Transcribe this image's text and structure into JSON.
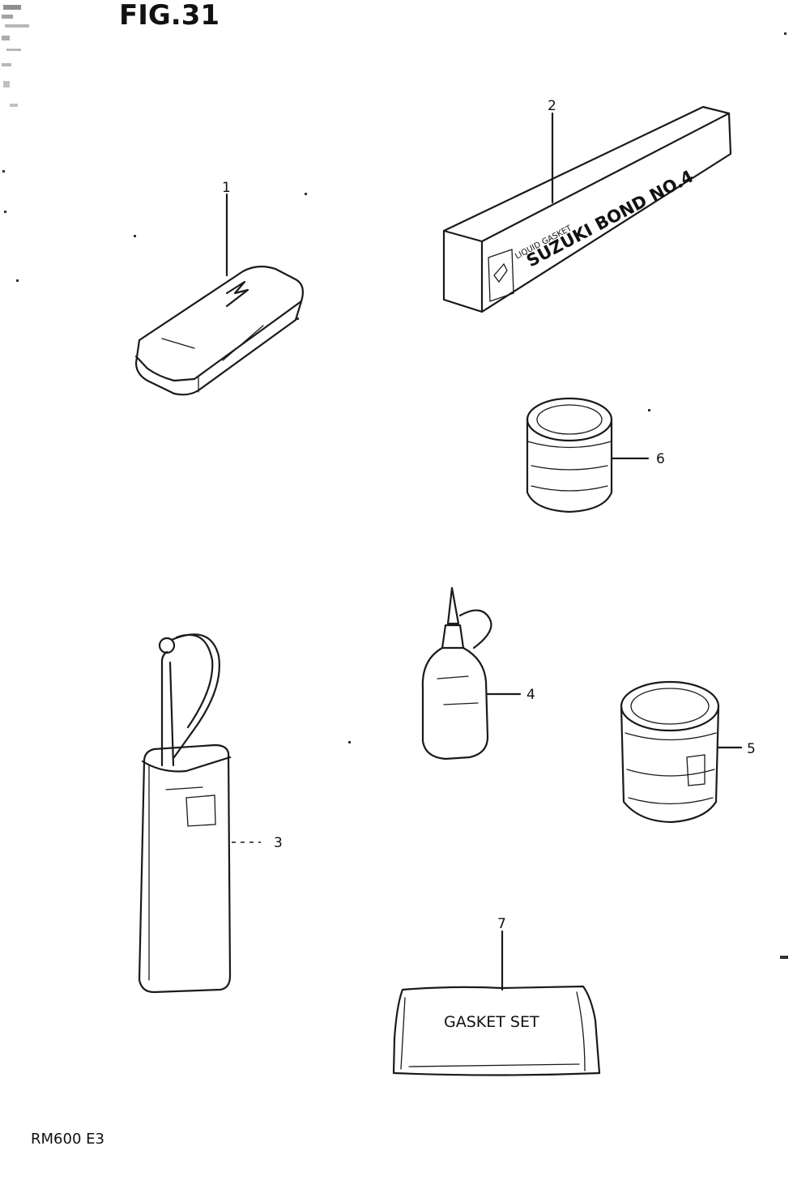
{
  "figure_title": "FIG.31",
  "model_code": "RM600 E3",
  "parts": [
    {
      "number": "1"
    },
    {
      "number": "2",
      "box_text_1": "LIQUID GASKET",
      "box_text_2": "SUZUKI BOND NO.4"
    },
    {
      "number": "3"
    },
    {
      "number": "4"
    },
    {
      "number": "5"
    },
    {
      "number": "6"
    },
    {
      "number": "7",
      "label": "GASKET SET"
    }
  ]
}
